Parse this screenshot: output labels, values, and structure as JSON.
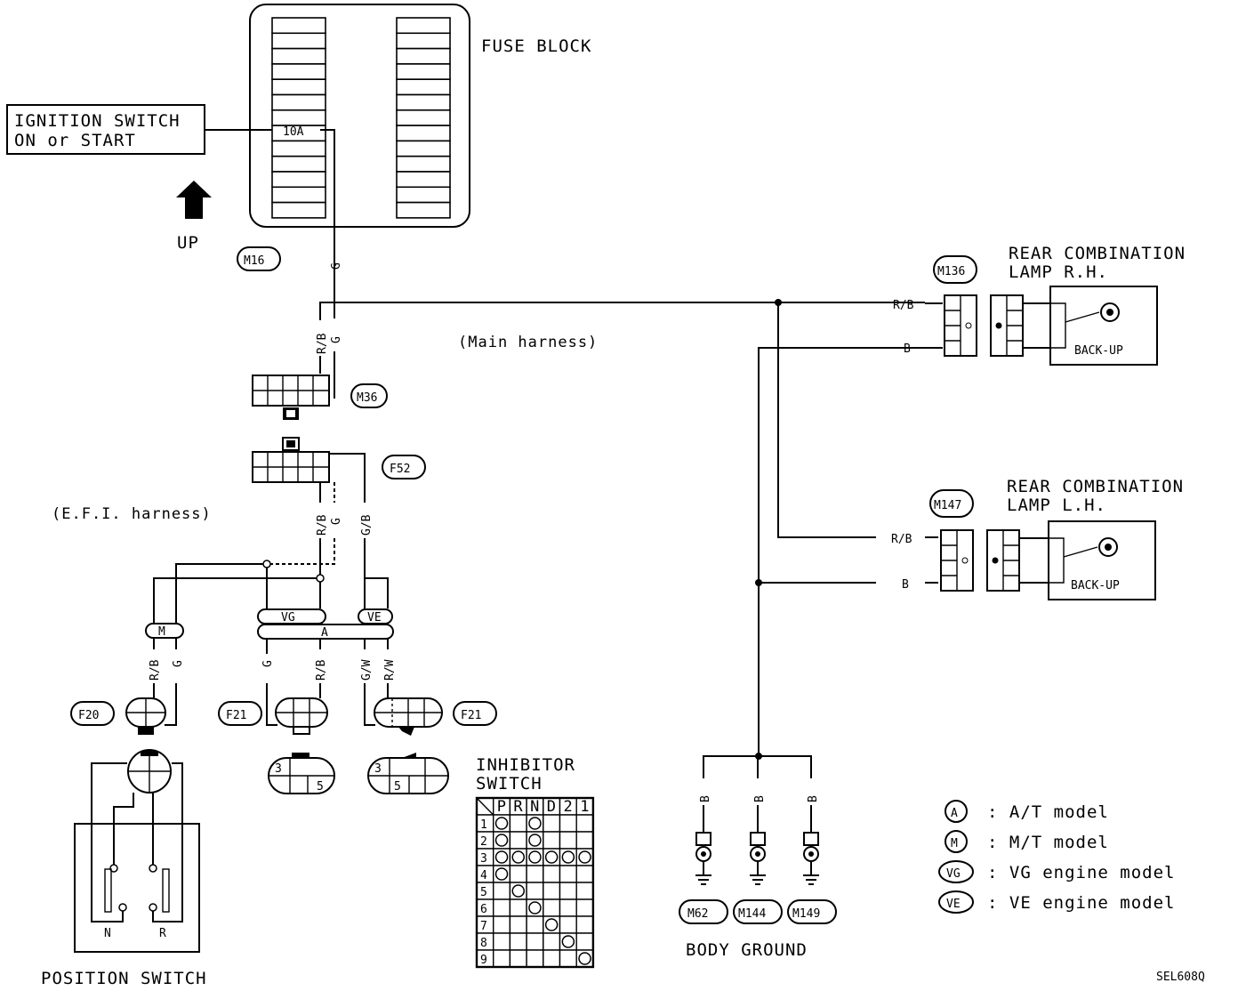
{
  "fuse_block": {
    "title": "FUSE BLOCK",
    "fuse_rating": "10A"
  },
  "ignition": {
    "line1": "IGNITION SWITCH",
    "line2": "ON or START"
  },
  "up_label": "UP",
  "connectors": {
    "m16": "M16",
    "m36": "M36",
    "f52": "F52",
    "m136": "M136",
    "m147": "M147",
    "f20": "F20",
    "f21a": "F21",
    "f21b": "F21",
    "m62": "M62",
    "m144": "M144",
    "m149": "M149"
  },
  "harness": {
    "main": "(Main harness)",
    "efi": "(E.F.I. harness)"
  },
  "wires": {
    "g": "G",
    "rb": "R/B",
    "b": "B",
    "gb": "G/B",
    "rw": "R/W",
    "gw": "G/W"
  },
  "splice": {
    "m": "M",
    "vg": "VG",
    "ve": "VE",
    "a": "A"
  },
  "lamp_rh": {
    "line1": "REAR COMBINATION",
    "line2": "LAMP R.H.",
    "bulb": "BACK-UP"
  },
  "lamp_lh": {
    "line1": "REAR COMBINATION",
    "line2": "LAMP L.H.",
    "bulb": "BACK-UP"
  },
  "position_switch": {
    "title": "POSITION SWITCH",
    "n": "N",
    "r": "R"
  },
  "pins": {
    "p3": "3",
    "p5": "5"
  },
  "inhibitor": {
    "title1": "INHIBITOR",
    "title2": "SWITCH",
    "headers": [
      "P",
      "R",
      "N",
      "D",
      "2",
      "1"
    ],
    "rows": [
      "1",
      "2",
      "3",
      "4",
      "5",
      "6",
      "7",
      "8",
      "9"
    ],
    "continuity": [
      [
        0,
        2
      ],
      [
        0,
        2
      ],
      [
        0,
        1,
        2,
        3,
        4,
        5
      ],
      [
        0
      ],
      [
        1
      ],
      [
        2
      ],
      [
        3
      ],
      [
        4
      ],
      [
        5
      ]
    ]
  },
  "body_ground": "BODY GROUND",
  "legend": [
    {
      "sym": "A",
      "text": ": A/T model"
    },
    {
      "sym": "M",
      "text": ": M/T model"
    },
    {
      "sym": "VG",
      "text": ": VG engine model"
    },
    {
      "sym": "VE",
      "text": ": VE engine model"
    }
  ],
  "code": "SEL608Q"
}
